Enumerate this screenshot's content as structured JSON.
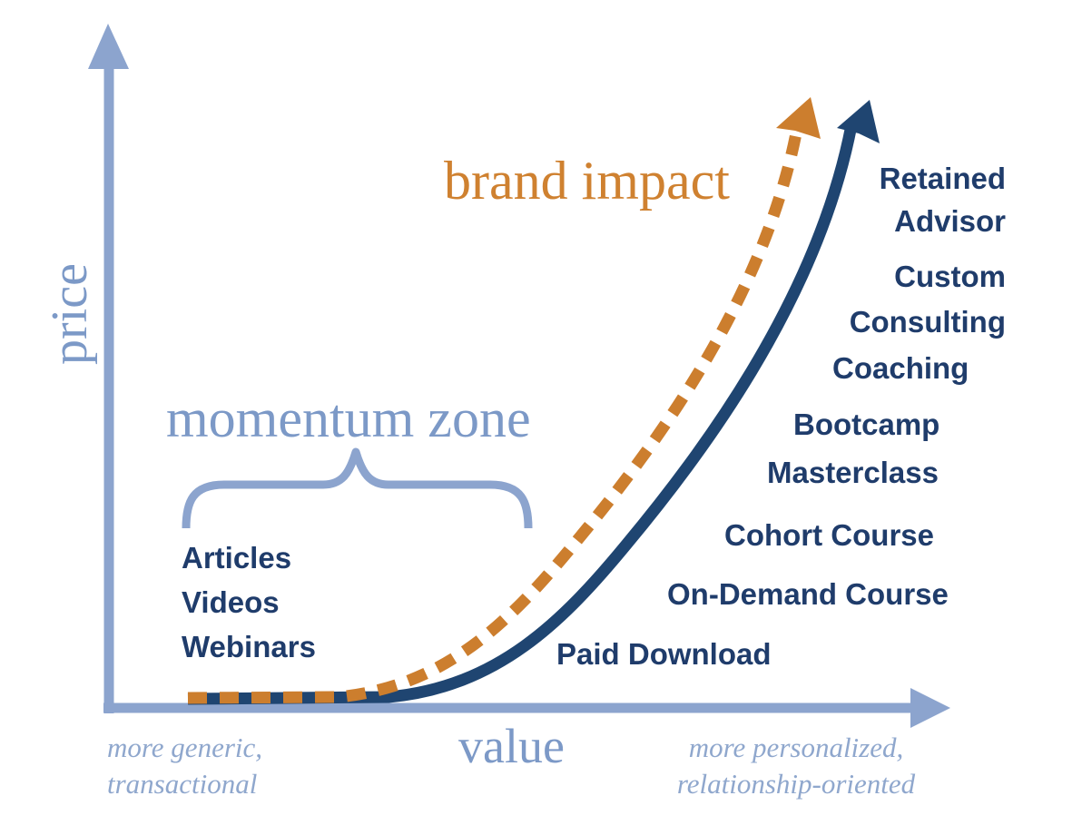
{
  "colors": {
    "axis": "#8CA4CE",
    "light_text": "#7C99C7",
    "caption_text": "#8FA7CD",
    "navy": "#1F4571",
    "navy_text": "#1F3C6B",
    "orange": "#CC7E2E",
    "orange_text": "#CF8130"
  },
  "axes": {
    "y_label": "price",
    "x_label": "value",
    "left_caption": "more generic,\ntransactional",
    "right_caption": "more personalized,\nrelationship-oriented"
  },
  "annotations": {
    "brand_impact": "brand impact",
    "momentum_zone": "momentum zone"
  },
  "offerings": {
    "momentum": [
      "Articles",
      "Videos",
      "Webinars"
    ],
    "ladder": [
      "Paid Download",
      "On-Demand Course",
      "Cohort Course",
      "Masterclass",
      "Bootcamp",
      "Coaching",
      "Custom\nConsulting",
      "Retained\nAdvisor"
    ]
  },
  "chart_data": {
    "type": "line",
    "title": "",
    "xlabel": "value",
    "ylabel": "price",
    "x_end_captions": [
      "more generic, transactional",
      "more personalized, relationship-oriented"
    ],
    "grid": false,
    "legend": "none",
    "series": [
      {
        "name": "price curve",
        "style": "solid",
        "color": "#1F4571",
        "shape": "flat along x-axis then exponential rise",
        "points_normalized": [
          [
            0.09,
            0.0
          ],
          [
            0.33,
            0.0
          ],
          [
            0.45,
            0.07
          ],
          [
            0.56,
            0.23
          ],
          [
            0.66,
            0.43
          ],
          [
            0.74,
            0.62
          ],
          [
            0.81,
            0.82
          ],
          [
            0.88,
            1.0
          ]
        ]
      },
      {
        "name": "brand impact",
        "style": "dashed",
        "color": "#CC7E2E",
        "shape": "flat along x-axis then exponential rise, offset left/above price curve",
        "points_normalized": [
          [
            0.09,
            0.0
          ],
          [
            0.27,
            0.0
          ],
          [
            0.39,
            0.07
          ],
          [
            0.5,
            0.23
          ],
          [
            0.6,
            0.43
          ],
          [
            0.68,
            0.62
          ],
          [
            0.75,
            0.82
          ],
          [
            0.82,
            1.0
          ]
        ]
      }
    ],
    "annotations": [
      "momentum zone brace spans the flat low-value segment above Articles/Videos/Webinars",
      "offerings labeled in ascending order along the curve: Paid Download, On-Demand Course, Cohort Course, Masterclass, Bootcamp, Coaching, Custom Consulting, Retained Advisor"
    ]
  }
}
